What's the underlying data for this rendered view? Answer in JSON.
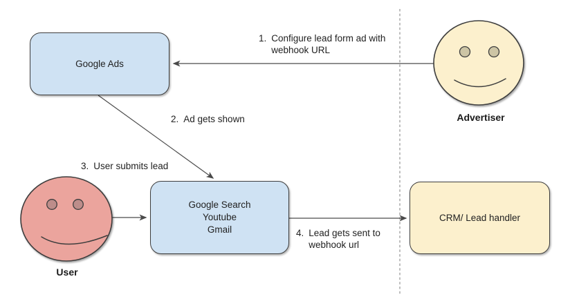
{
  "diagram": {
    "nodes": {
      "google_ads": {
        "label": "Google Ads"
      },
      "platforms": {
        "lines": [
          "Google Search",
          "Youtube",
          "Gmail"
        ]
      },
      "crm": {
        "label": "CRM/ Lead handler"
      },
      "advertiser": {
        "label": "Advertiser"
      },
      "user": {
        "label": "User"
      }
    },
    "steps": [
      {
        "number": "1.",
        "text": "Configure lead form ad with webhook URL"
      },
      {
        "number": "2.",
        "text": "Ad gets shown"
      },
      {
        "number": "3.",
        "text": "User submits lead"
      },
      {
        "number": "4.",
        "text": "Lead gets sent to webhook url"
      }
    ],
    "colors": {
      "box_blue": "#cfe2f3",
      "box_yellow": "#fcf0cd",
      "face_user": "#eba49d",
      "face_user_eye": "#bd8d8a",
      "face_advertiser": "#fcf0cd",
      "face_advertiser_eye": "#cdc5a5",
      "shape_border": "#3d3d3d",
      "arrow_line": "#4a4a4a",
      "dashed_divider": "#9a9a9a",
      "text": "#212121"
    }
  }
}
